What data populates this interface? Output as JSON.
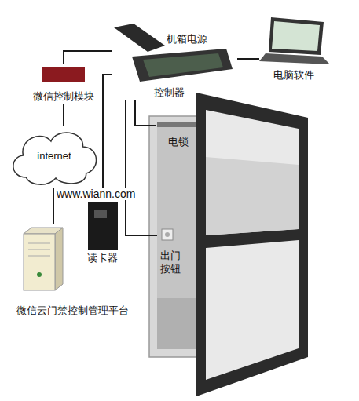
{
  "diagram": {
    "nodes": [
      {
        "text": [
          "机箱电源",
          "控制器"
        ]
      },
      {
        "text": [
          "电脑软件"
        ]
      },
      {
        "text": [
          "微信控制模块"
        ]
      },
      {
        "text": [
          "internet"
        ]
      },
      {
        "text": [
          "电锁"
        ]
      },
      {
        "text": [
          "读卡器"
        ]
      },
      {
        "text": [
          "出门 按钮"
        ]
      },
      {
        "text": [
          "微信云门禁控制管理平台"
        ]
      }
    ],
    "edges": [
      {
        "from": 2,
        "to": 0,
        "arrow": "none"
      },
      {
        "from": 2,
        "to": 3,
        "arrow": "none"
      },
      {
        "from": 3,
        "to": 7,
        "arrow": "none"
      },
      {
        "from": 0,
        "to": 1,
        "arrow": "none"
      },
      {
        "from": 0,
        "to": 5,
        "arrow": "none"
      },
      {
        "from": 0,
        "to": 4,
        "arrow": "none"
      },
      {
        "from": 0,
        "to": 6,
        "arrow": "none"
      }
    ],
    "labels": [
      "www.wiann.com"
    ]
  }
}
